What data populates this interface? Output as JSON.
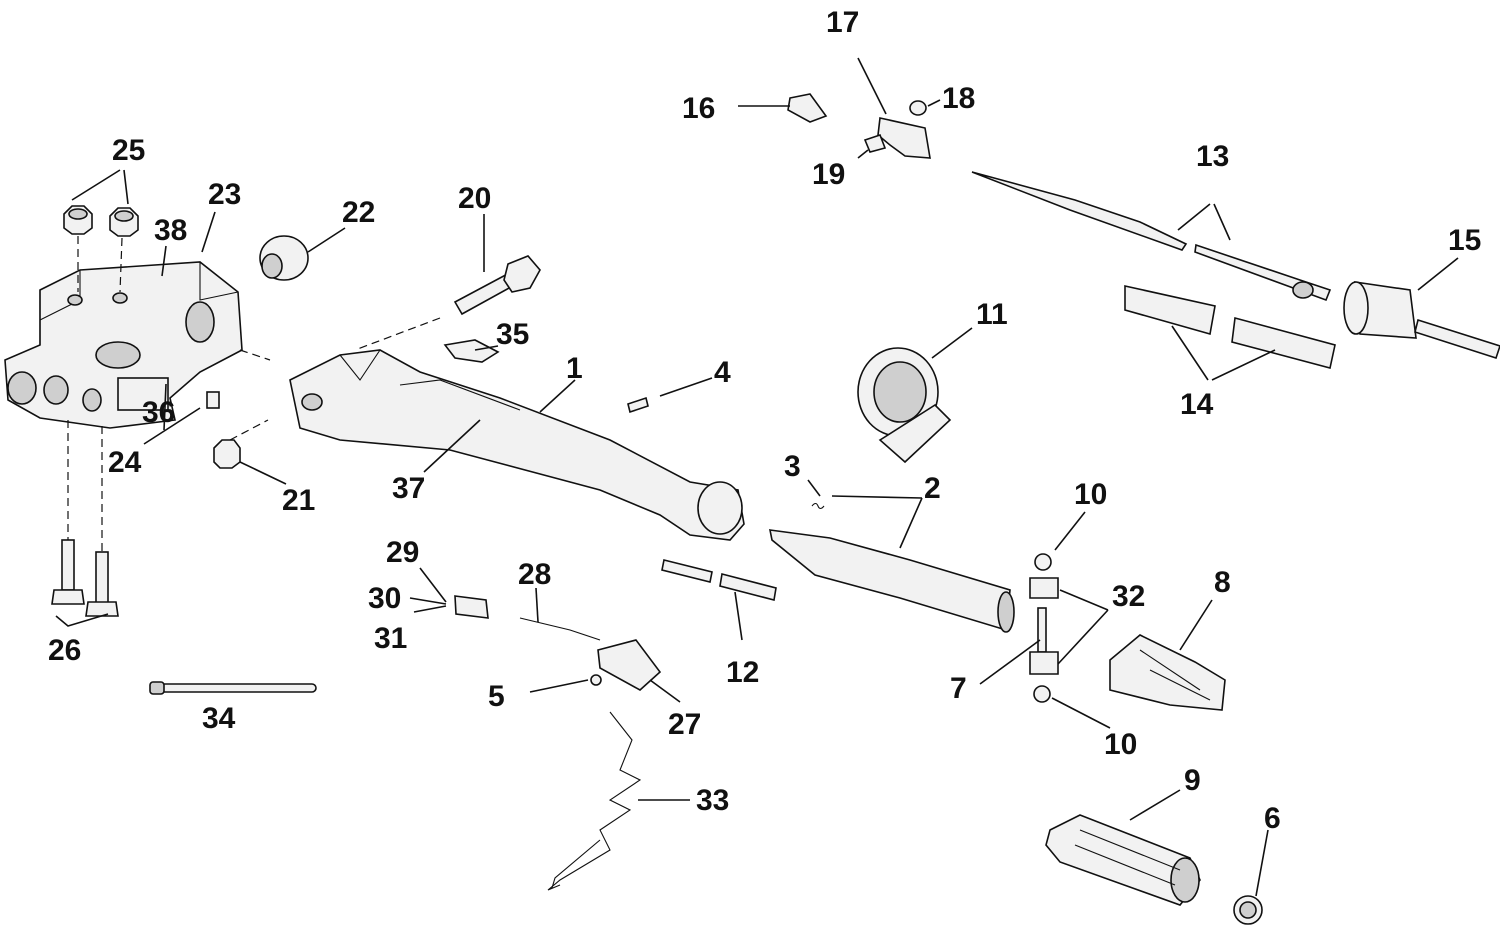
{
  "callouts": {
    "c1": "1",
    "c2": "2",
    "c3": "3",
    "c4": "4",
    "c5": "5",
    "c6": "6",
    "c7": "7",
    "c8": "8",
    "c9": "9",
    "c10a": "10",
    "c10b": "10",
    "c11": "11",
    "c12": "12",
    "c13": "13",
    "c14": "14",
    "c15": "15",
    "c16": "16",
    "c17": "17",
    "c18": "18",
    "c19": "19",
    "c20": "20",
    "c21": "21",
    "c22": "22",
    "c23": "23",
    "c24": "24",
    "c25": "25",
    "c26": "26",
    "c27": "27",
    "c28": "28",
    "c29": "29",
    "c30": "30",
    "c31": "31",
    "c32": "32",
    "c33": "33",
    "c34": "34",
    "c35": "35",
    "c36": "36",
    "c37": "37",
    "c38": "38"
  }
}
